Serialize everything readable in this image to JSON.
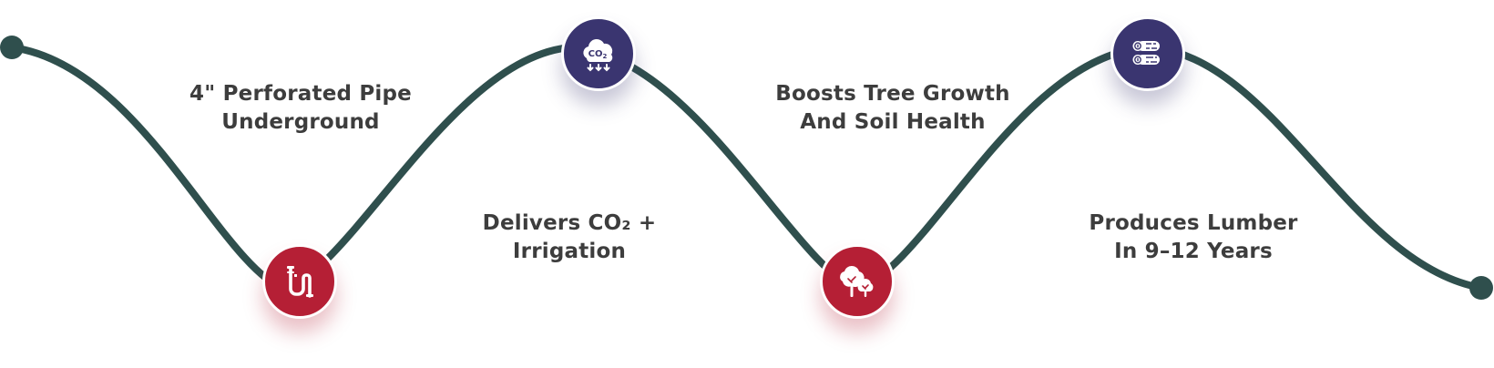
{
  "colors": {
    "line": "#2f4f4d",
    "node_red": "#b51f35",
    "node_navy": "#3a3570",
    "text": "#3d3d3d"
  },
  "steps": [
    {
      "lines": [
        "4\" Perforated Pipe",
        "Underground"
      ],
      "icon": "pipe-icon",
      "color": "red"
    },
    {
      "lines": [
        "Delivers CO₂ +",
        "Irrigation"
      ],
      "icon": "co2-icon",
      "color": "navy"
    },
    {
      "lines": [
        "Boosts Tree Growth",
        "And Soil Health"
      ],
      "icon": "trees-icon",
      "color": "red"
    },
    {
      "lines": [
        "Produces Lumber",
        "In 9–12 Years"
      ],
      "icon": "lumber-icon",
      "color": "navy"
    }
  ]
}
